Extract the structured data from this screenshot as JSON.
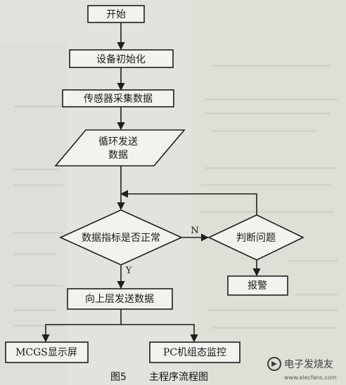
{
  "diagram": {
    "nodes": {
      "start": "开始",
      "init": "设备初始化",
      "collect": "传感器采集数据",
      "send_loop": [
        "循环发送",
        "数据"
      ],
      "check": "数据指标是否正常",
      "judge": "判断问题",
      "alarm": "报警",
      "upload": "向上层发送数据",
      "mcgs": "MCGS显示屏",
      "pc": "PC机组态监控"
    },
    "edge_labels": {
      "no": "N",
      "yes": "Y"
    }
  },
  "caption": {
    "figure": "图5",
    "title": "主程序流程图"
  },
  "watermark": {
    "text": "电子发烧友",
    "domain": "www.elecfans.com"
  }
}
